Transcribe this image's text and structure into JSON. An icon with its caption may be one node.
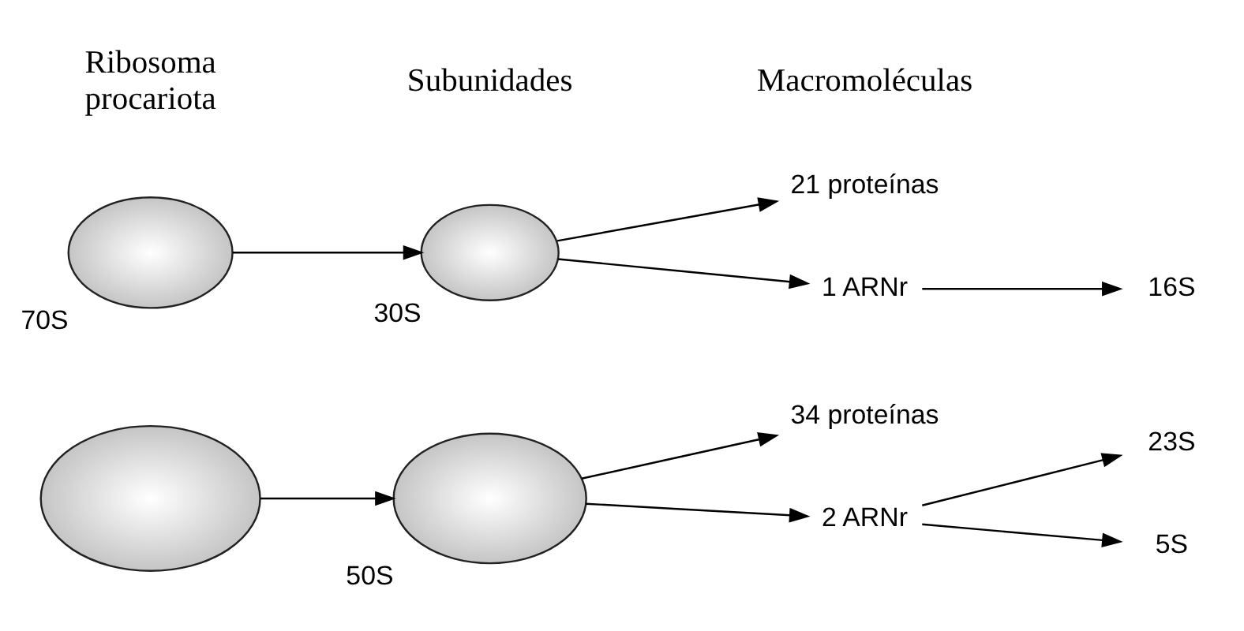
{
  "diagram": {
    "nodes": [
      {
        "text": [],
        "shape": "ellipse"
      },
      {
        "text": [],
        "shape": "ellipse",
        "beside": [
          "70S"
        ]
      },
      {
        "text": [],
        "shape": "ellipse",
        "beside": [
          "50S"
        ]
      },
      {
        "text": [],
        "shape": "ellipse",
        "beside": [
          "30S"
        ]
      },
      {
        "text": [
          "34 proteínas"
        ]
      },
      {
        "text": [
          "2 ARNr"
        ]
      },
      {
        "text": [
          "23S"
        ]
      },
      {
        "text": [
          "5S"
        ]
      },
      {
        "text": [
          "21 proteínas"
        ]
      },
      {
        "text": [
          "1 ARNr"
        ]
      },
      {
        "text": [
          "16S"
        ]
      }
    ],
    "edges": [
      {
        "from": 0,
        "to": 2,
        "arrow": "to"
      },
      {
        "from": 1,
        "to": 3,
        "arrow": "to"
      },
      {
        "from": 2,
        "to": 4,
        "arrow": "to"
      },
      {
        "from": 2,
        "to": 5,
        "arrow": "to"
      },
      {
        "from": 5,
        "to": 6,
        "arrow": "to"
      },
      {
        "from": 5,
        "to": 7,
        "arrow": "to"
      },
      {
        "from": 3,
        "to": 8,
        "arrow": "to"
      },
      {
        "from": 3,
        "to": 9,
        "arrow": "to"
      },
      {
        "from": 9,
        "to": 10,
        "arrow": "to"
      }
    ],
    "labels": [
      "Ribosoma procariota",
      "Subunidades",
      "Macromoléculas"
    ]
  }
}
